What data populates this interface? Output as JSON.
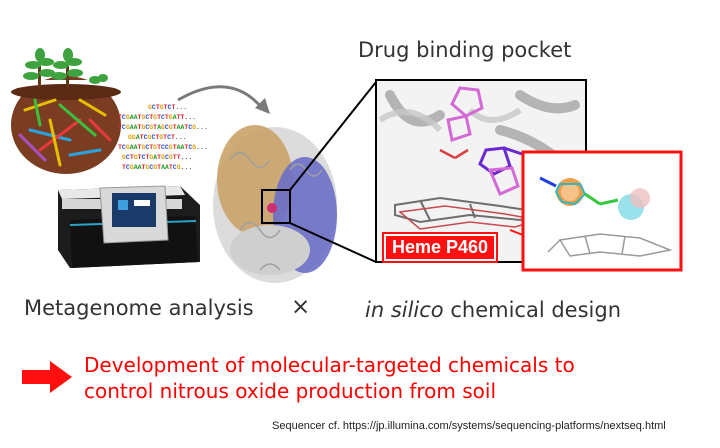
{
  "labels": {
    "drug_binding_pocket": "Drug binding pocket",
    "metagenome_analysis": "Metagenome analysis",
    "cross": "×",
    "design_italic": "in silico",
    "design_rest": " chemical design",
    "heme": "Heme P460"
  },
  "conclusion": {
    "line1": "Development of molecular-targeted chemicals to",
    "line2": "control nitrous oxide production from soil"
  },
  "credit": "Sequencer cf. https://jp.illumina.com/systems/sequencing-platforms/nextseq.html",
  "sequences": [
    "GCTGTCT...",
    "TCGAATGCTGTCTGATT...",
    "TCGAATGCGTAGCGTAATCG...",
    "GGATCGCTGTCT...",
    "TCGAATGCTGTCCGTAATCG...",
    "GCTGTCTGATGCGTT...",
    "TCGAATGCGTAATCG..."
  ],
  "colors": {
    "accent_red": "#ff0000",
    "text_gray": "#333333",
    "soil": "#7a3d22",
    "protein_blue": "#6a6fc6",
    "protein_tan": "#c9a268"
  }
}
